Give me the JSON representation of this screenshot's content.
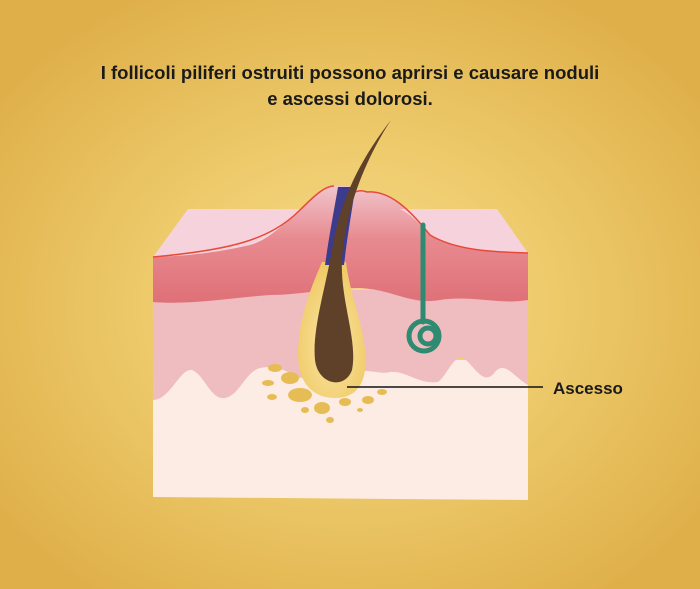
{
  "title": {
    "line1": "I follicoli piliferi ostruiti possono aprirsi e causare noduli",
    "line2": "e ascessi dolorosi."
  },
  "labels": {
    "abscess": "Ascesso"
  },
  "colors": {
    "background": "#eecb6c",
    "skin_surface": "#f6d0d8",
    "epidermis": "#e07a80",
    "dermis": "#efbcbf",
    "subcutis": "#fdece4",
    "hair": "#5e4128",
    "follicle": "#f3d47a",
    "pus": "#e6bd55",
    "sweat_gland": "#2e8a70",
    "blockage": "#3d3b8e",
    "outline": "#e84a3a"
  }
}
